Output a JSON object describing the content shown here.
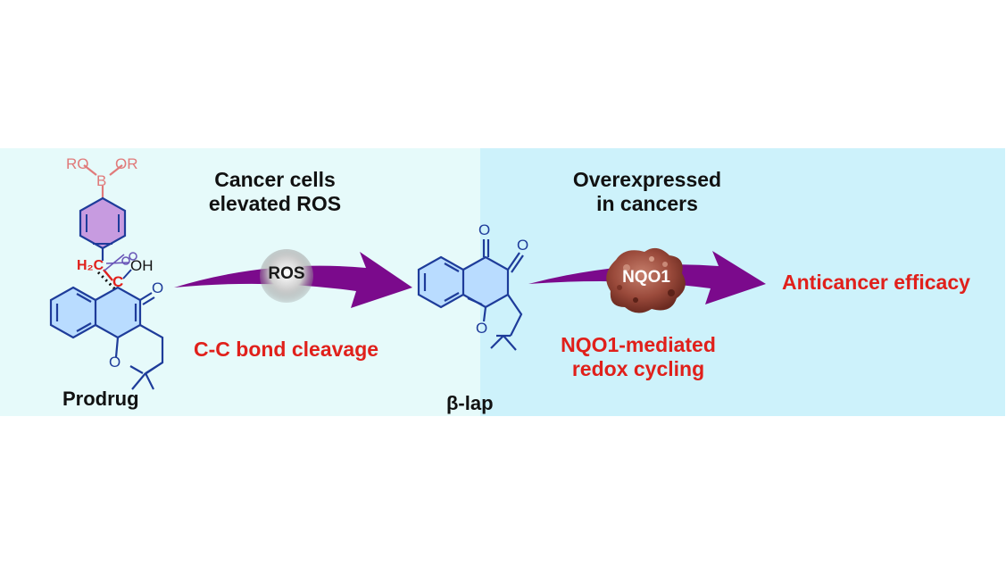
{
  "labels": {
    "prodrug": "Prodrug",
    "beta_lap": "β-lap",
    "cancer_cells": "Cancer cells",
    "elevated_ros": "elevated ROS",
    "ros_badge": "ROS",
    "cc_cleavage": "C-C bond cleavage",
    "overexpressed": "Overexpressed",
    "in_cancers": "in cancers",
    "nqo1_badge": "NQO1",
    "nqo1_mediated": "NQO1-mediated",
    "redox_cycling": "redox cycling",
    "anticancer": "Anticancer efficacy"
  },
  "atoms": {
    "ro_left": "RO",
    "b": "B",
    "ro_right": "OR",
    "h2c": "H₂C",
    "c": "C",
    "oh": "OH",
    "o_ketone": "O",
    "o_ring": "O",
    "lap_o1": "O",
    "lap_o2": "O",
    "lap_o_ring": "O"
  },
  "colors": {
    "left_panel": "#e6fafa",
    "right_panel": "#cdf2fb",
    "arrow": "#7b0a8c",
    "highlight_red": "#e0201b",
    "boronate": "#e07a7a",
    "phenyl_fill": "#c79be0",
    "naphtho_fill": "#b9dcff",
    "bond_blue": "#1e3c9a"
  }
}
